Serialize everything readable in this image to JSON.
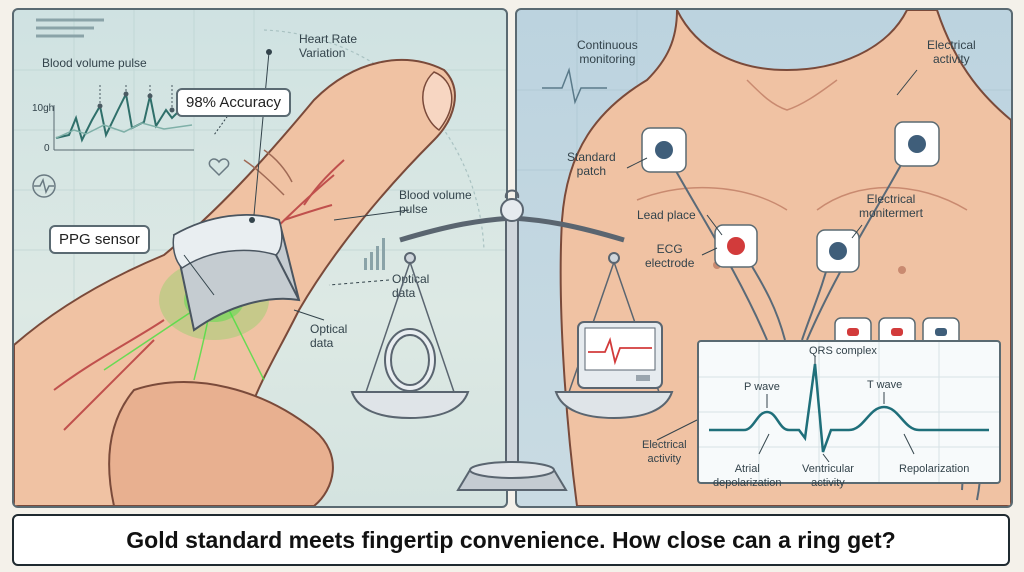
{
  "caption": "Gold standard meets fingertip convenience. How close can a ring get?",
  "left": {
    "heart_rate_variation": "Heart Rate\nVariation",
    "blood_volume_pulse_top": "Blood volume pulse",
    "axis_top": "10gh",
    "axis_zero": "0",
    "accuracy": "98% Accuracy",
    "ppg_sensor": "PPG sensor",
    "blood_volume_pulse_mid": "Blood volume\npulse",
    "optical_data_1": "Optical\ndata",
    "optical_data_2": "Optical\ndata"
  },
  "right": {
    "continuous_monitoring": "Continuous\nmonitoring",
    "electrical_activity_top": "Electrical\nactivity",
    "standard_patch": "Standard\npatch",
    "lead_place": "Lead place",
    "ecg_electrode": "ECG\nelectrode",
    "electrical_monitor": "Electrical\nmonitermert",
    "qrs_complex": "QRS complex",
    "p_wave": "P wave",
    "t_wave": "T wave",
    "electrical_activity_bottom": "Electrical\nactivity",
    "atrial_depolarization": "Atrial\ndepolarization",
    "ventricular_activity": "Ventricular\nactivity",
    "repolarization": "Repolarization"
  },
  "colors": {
    "skin": "#f0c2a3",
    "skin_shade": "#dc9d7f",
    "vein": "#c0504d",
    "ppg_glow": "#48e040",
    "ecg_line": "#1f6f7a",
    "electrode_red": "#d23b3b",
    "electrode_blue": "#3f5e7a"
  }
}
